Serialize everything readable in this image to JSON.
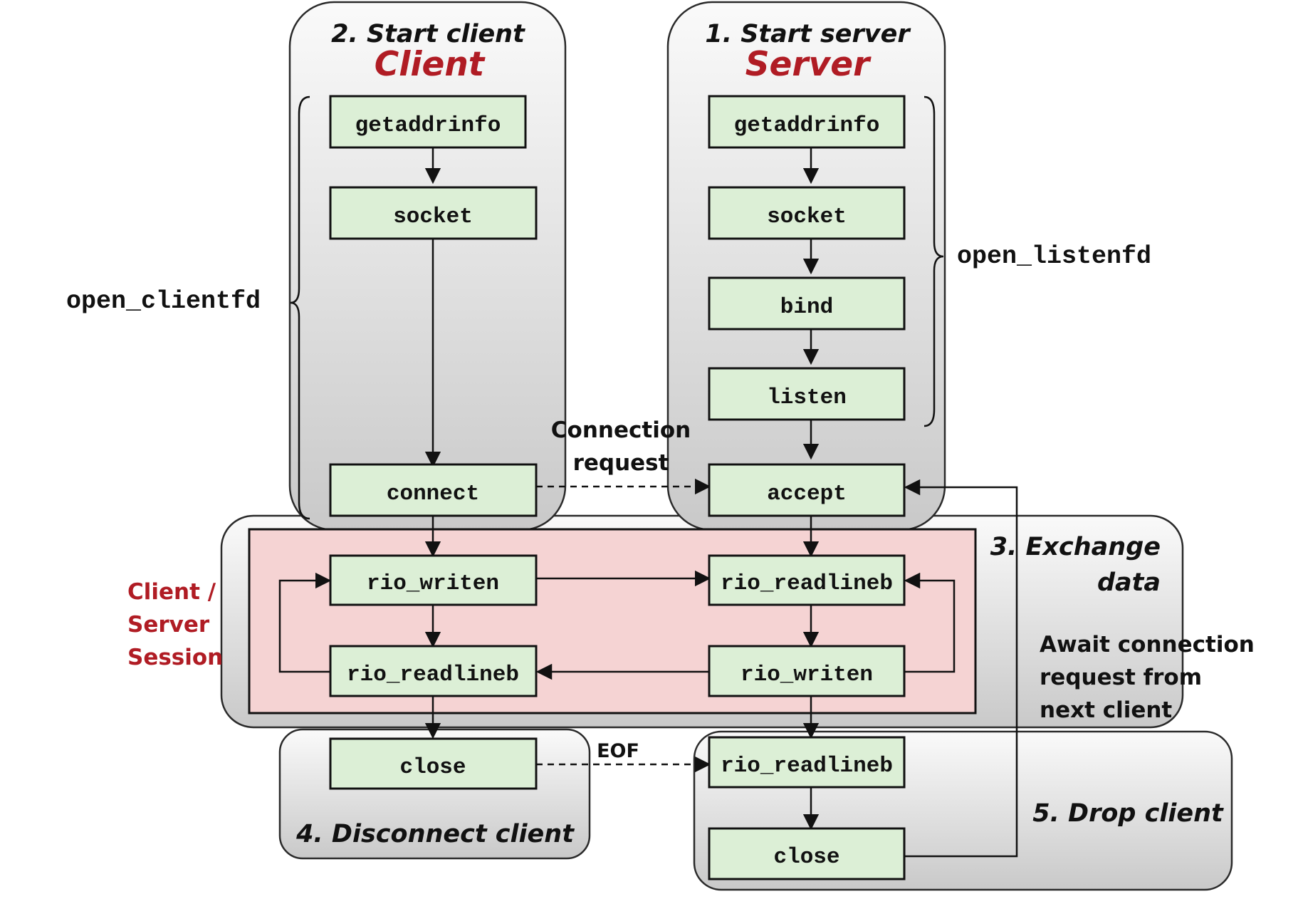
{
  "panels": {
    "client": {
      "step": "2. Start client",
      "title": "Client"
    },
    "server": {
      "step": "1. Start server",
      "title": "Server"
    },
    "exchange": {
      "line1": "3. Exchange",
      "line2": "data"
    },
    "disconnect": {
      "label": "4. Disconnect client"
    },
    "drop": {
      "label": "5. Drop client"
    }
  },
  "braces": {
    "client": "open_clientfd",
    "server": "open_listenfd"
  },
  "session_label": [
    "Client /",
    "Server",
    "Session"
  ],
  "await_label": [
    "Await connection",
    "request from",
    "next client"
  ],
  "edge_labels": {
    "connection_request": [
      "Connection",
      "request"
    ],
    "eof": "EOF"
  },
  "functions": {
    "client": {
      "getaddrinfo": "getaddrinfo",
      "socket": "socket",
      "connect": "connect",
      "rio_writen": "rio_writen",
      "rio_readlineb": "rio_readlineb",
      "close": "close"
    },
    "server": {
      "getaddrinfo": "getaddrinfo",
      "socket": "socket",
      "bind": "bind",
      "listen": "listen",
      "accept": "accept",
      "rio_readlineb": "rio_readlineb",
      "rio_writen": "rio_writen",
      "rio_readlineb_eof": "rio_readlineb",
      "close": "close"
    }
  },
  "colors": {
    "box_fill": "#dcefd6",
    "session_fill": "#f5d3d3",
    "red_text": "#b01c24"
  }
}
